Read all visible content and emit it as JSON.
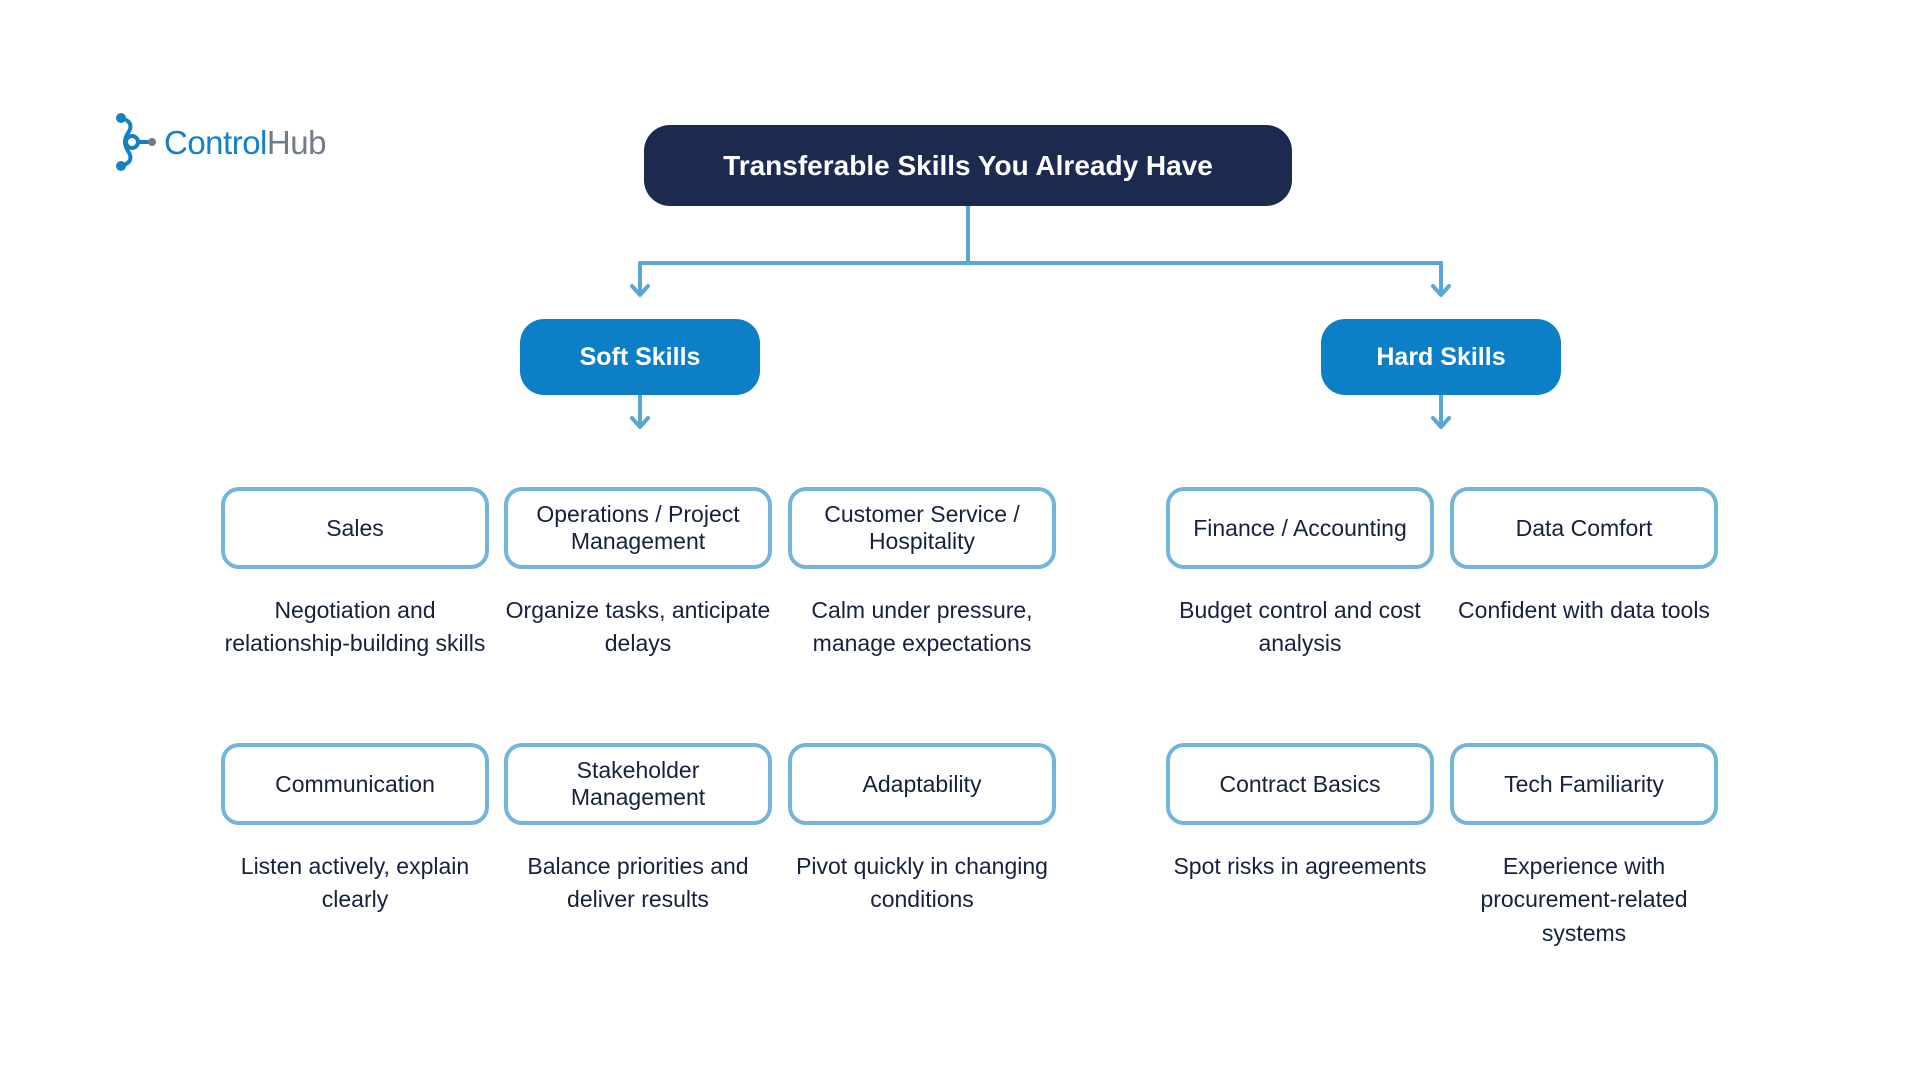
{
  "brand": {
    "name_part1": "Control",
    "name_part2": "Hub",
    "primary_color": "#1581c4",
    "secondary_color": "#6f7c8a"
  },
  "title": "Transferable Skills You Already Have",
  "categories": {
    "soft": {
      "label": "Soft Skills",
      "skills": [
        {
          "name": "Sales",
          "description": "Negotiation and relationship-building skills"
        },
        {
          "name": "Operations / Project Management",
          "description": "Organize tasks, anticipate delays"
        },
        {
          "name": "Customer Service / Hospitality",
          "description": "Calm under pressure, manage expectations"
        },
        {
          "name": "Communication",
          "description": "Listen actively, explain clearly"
        },
        {
          "name": "Stakeholder Management",
          "description": "Balance priorities and deliver results"
        },
        {
          "name": "Adaptability",
          "description": "Pivot quickly in changing conditions"
        }
      ]
    },
    "hard": {
      "label": "Hard Skills",
      "skills": [
        {
          "name": "Finance / Accounting",
          "description": "Budget control and cost analysis"
        },
        {
          "name": "Data Comfort",
          "description": "Confident with data tools"
        },
        {
          "name": "Contract Basics",
          "description": "Spot risks in agreements"
        },
        {
          "name": "Tech Familiarity",
          "description": "Experience with procurement-related systems"
        }
      ]
    }
  },
  "colors": {
    "title_bg": "#1c2a50",
    "category_bg": "#0c7fc6",
    "card_border": "#72b4dc",
    "connector": "#5ba7d4",
    "text": "#16213d"
  }
}
